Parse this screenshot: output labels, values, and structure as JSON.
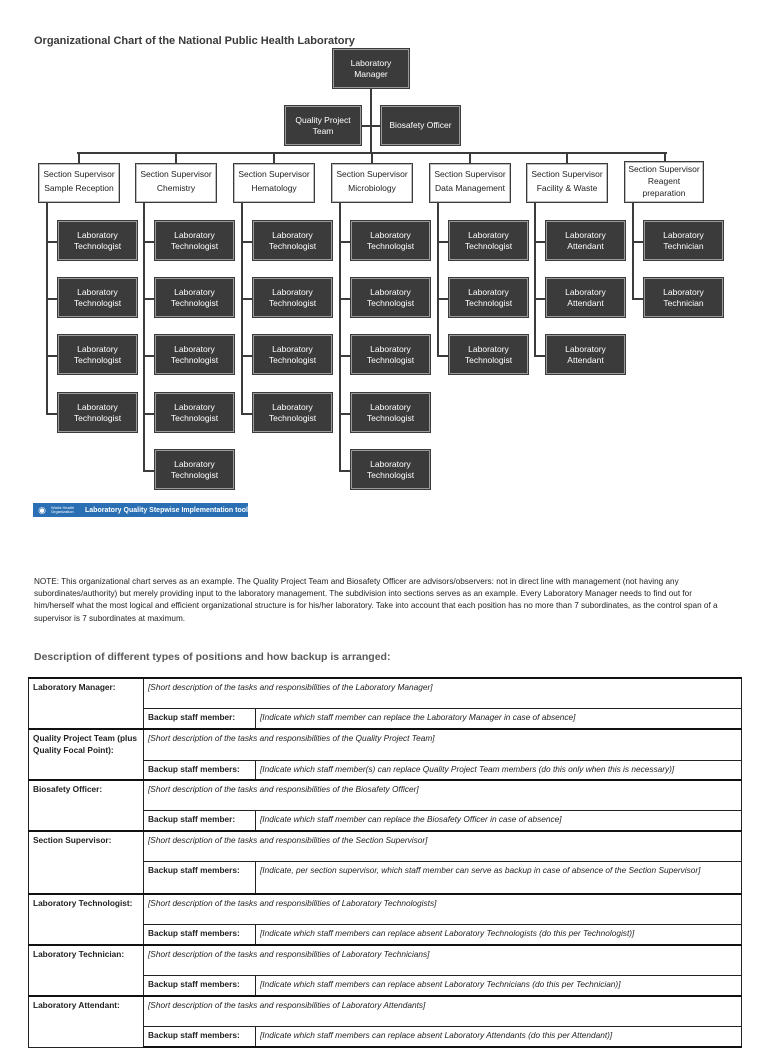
{
  "title": "Organizational Chart of the National Public Health Laboratory",
  "org": {
    "manager": "Laboratory\nManager",
    "quality_team": "Quality Project\nTeam",
    "biosafety": "Biosafety Officer",
    "sections": [
      {
        "supervisor": "Section Supervisor\nSample Reception",
        "staff": [
          "Laboratory\nTechnologist",
          "Laboratory\nTechnologist",
          "Laboratory\nTechnologist",
          "Laboratory\nTechnologist"
        ]
      },
      {
        "supervisor": "Section Supervisor\nChemistry",
        "staff": [
          "Laboratory\nTechnologist",
          "Laboratory\nTechnologist",
          "Laboratory\nTechnologist",
          "Laboratory\nTechnologist",
          "Laboratory\nTechnologist"
        ]
      },
      {
        "supervisor": "Section Supervisor\nHematology",
        "staff": [
          "Laboratory\nTechnologist",
          "Laboratory\nTechnologist",
          "Laboratory\nTechnologist",
          "Laboratory\nTechnologist"
        ]
      },
      {
        "supervisor": "Section Supervisor\nMicrobiology",
        "staff": [
          "Laboratory\nTechnologist",
          "Laboratory\nTechnologist",
          "Laboratory\nTechnologist",
          "Laboratory\nTechnologist",
          "Laboratory\nTechnologist"
        ]
      },
      {
        "supervisor": "Section Supervisor\nData Management",
        "staff": [
          "Laboratory\nTechnologist",
          "Laboratory\nTechnologist",
          "Laboratory\nTechnologist"
        ]
      },
      {
        "supervisor": "Section Supervisor\nFacility & Waste",
        "staff": [
          "Laboratory\nAttendant",
          "Laboratory\nAttendant",
          "Laboratory\nAttendant"
        ]
      },
      {
        "supervisor": "Section Supervisor\nReagent\npreparation",
        "staff": [
          "Laboratory\nTechnician",
          "Laboratory\nTechnician"
        ]
      }
    ]
  },
  "banner": {
    "org_name": "World Health\nOrganization",
    "tool": "Laboratory Quality Stepwise Implementation tool"
  },
  "note": "NOTE: This organizational chart serves as an example. The Quality Project Team and Biosafety Officer are advisors/observers: not in direct line with management (not having any subordinates/authority) but merely providing input to the laboratory management. The subdivision into sections serves as an example. Every Laboratory Manager needs to find out for him/herself what the most logical and efficient organizational structure is for his/her laboratory. Take into account that each position has no more than 7 subordinates, as the control span of a supervisor is 7 subordinates at maximum.",
  "positions_heading": "Description of different types of positions and how backup is arranged:",
  "positions": [
    {
      "role": "Laboratory Manager:",
      "description": "[Short description of the tasks and responsibilities of the Laboratory Manager]",
      "backup_label": "Backup staff member:",
      "backup": "[Indicate which staff member can replace the Laboratory Manager in case of absence]"
    },
    {
      "role": "Quality Project Team (plus Quality Focal Point):",
      "description": "[Short description of the tasks and responsibilities of the Quality Project Team]",
      "backup_label": "Backup staff members:",
      "backup": "[Indicate which staff member(s) can replace Quality Project Team members (do this only when this is necessary)]"
    },
    {
      "role": "Biosafety Officer:",
      "description": "[Short description of the tasks and responsibilities of the Biosafety Officer]",
      "backup_label": "Backup staff member:",
      "backup": "[Indicate which staff member can replace the Biosafety Officer in case of absence]"
    },
    {
      "role": "Section Supervisor:",
      "description": "[Short description of the tasks and responsibilities of the Section Supervisor]",
      "backup_label": "Backup staff members:",
      "backup": "[Indicate, per section supervisor, which staff member can serve as backup in case of absence of the Section Supervisor]"
    },
    {
      "role": "Laboratory Technologist:",
      "description": "[Short description of the tasks and responsibilities of Laboratory Technologists]",
      "backup_label": "Backup staff members:",
      "backup": "[Indicate which staff members can replace absent Laboratory Technologists (do this per Technologist)]"
    },
    {
      "role": "Laboratory Technician:",
      "description": "[Short description of the tasks and responsibilities of Laboratory Technicians]",
      "backup_label": "Backup staff members:",
      "backup": "[Indicate which staff members can replace absent Laboratory Technicians (do this per Technician)]"
    },
    {
      "role": "Laboratory Attendant:",
      "description": "[Short description of the tasks and responsibilities of Laboratory Attendants]",
      "backup_label": "Backup staff members:",
      "backup": "[Indicate which staff members can replace absent Laboratory Attendants (do this per Attendant)]"
    }
  ]
}
